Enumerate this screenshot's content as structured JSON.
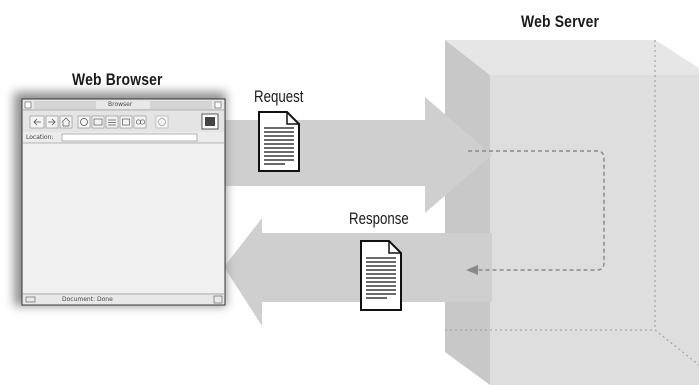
{
  "labels": {
    "web_server": "Web Server",
    "web_browser": "Web Browser",
    "request": "Request",
    "response": "Response"
  },
  "browser_window": {
    "title": "Browser",
    "location_label": "Location:",
    "status_text": "Document: Done"
  },
  "colors": {
    "arrow": "#cfcfcf",
    "server_front": "#dedede",
    "server_side": "#c8c8c8",
    "server_top": "#e6e6e6",
    "window_shadow": "#909090",
    "dashed_path": "#8a8a8a"
  },
  "icons": {
    "document": "document-icon",
    "browser_toolbar": [
      "back-icon",
      "forward-icon",
      "home-icon",
      "reload-icon",
      "images-icon",
      "open-icon",
      "print-icon",
      "find-icon",
      "stop-icon",
      "logo-icon"
    ]
  }
}
